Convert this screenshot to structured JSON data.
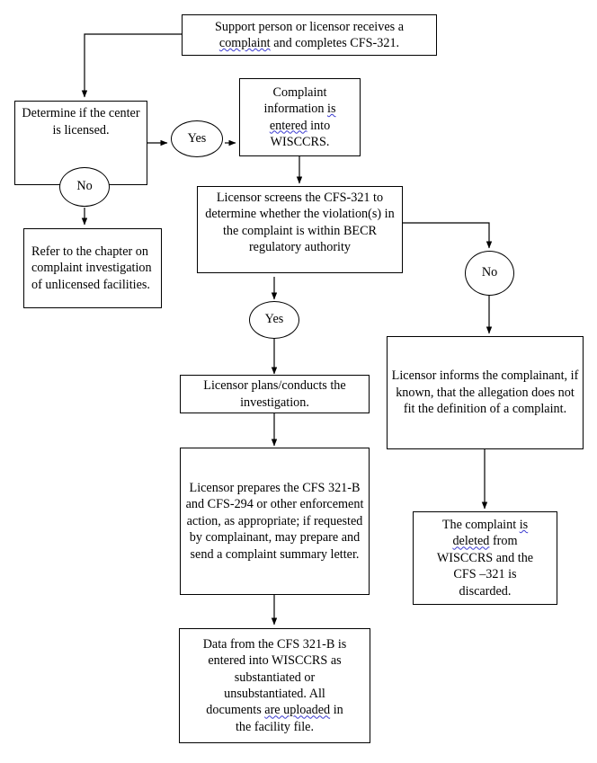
{
  "diagram": {
    "title": "Complaint intake and investigation flowchart",
    "stroke_color": "#000000",
    "background_color": "#ffffff",
    "spellcheck_underline_color": "#3a3ad0"
  },
  "nodes": {
    "intake": {
      "shape": "box",
      "text": "Support person or licensor receives a complaint and completes CFS-321.",
      "line1": "Support person or licensor receives a",
      "line2_pre": "",
      "line2_misspelled": "complaint",
      "line2_post": " and completes CFS-321."
    },
    "determine_licensed": {
      "shape": "box",
      "text": "Determine if the center is licensed."
    },
    "decision_yes_licensed": {
      "shape": "ellipse",
      "text": "Yes"
    },
    "decision_no_licensed": {
      "shape": "ellipse",
      "text": "No"
    },
    "wisccrs_entry": {
      "shape": "box",
      "line1": "Complaint",
      "line2_pre": "information ",
      "line2_misspelled": "is",
      "line3_misspelled": "entered",
      "line3_post": " into",
      "line4": "WISCCRS.",
      "text": "Complaint information is entered into WISCCRS."
    },
    "refer_unlicensed": {
      "shape": "box",
      "align": "left",
      "text": "Refer to the chapter on complaint investigation of unlicensed facilities."
    },
    "screen_becr": {
      "shape": "box",
      "text": "Licensor screens the CFS-321 to determine whether the violation(s) in the complaint is within BECR regulatory authority"
    },
    "decision_yes_becr": {
      "shape": "ellipse",
      "text": "Yes"
    },
    "decision_no_becr": {
      "shape": "ellipse",
      "text": "No"
    },
    "plan_investigation": {
      "shape": "box",
      "text": "Licensor plans/conducts the investigation."
    },
    "prepare_forms": {
      "shape": "box",
      "text": "Licensor prepares the CFS 321-B and CFS-294 or other enforcement action, as appropriate; if requested by complainant, may prepare and send a complaint summary letter."
    },
    "enter_data": {
      "shape": "box",
      "line1": "Data from the CFS 321-B is",
      "line2": "entered into WISCCRS as",
      "line3": "substantiated or",
      "line4": "unsubstantiated. All",
      "line5_pre": "documents ",
      "line5_misspelled": "are uploaded",
      "line5_post": " in",
      "line6": "the facility file.",
      "text": "Data from the CFS 321-B is entered into WISCCRS as substantiated or unsubstantiated. All documents are uploaded in the facility file."
    },
    "inform_complainant": {
      "shape": "box",
      "text": "Licensor informs the complainant, if known, that the allegation does not fit the definition of a complaint."
    },
    "delete_complaint": {
      "shape": "box",
      "line1_pre": "The complaint ",
      "line1_misspelled": "is",
      "line2_misspelled": "deleted",
      "line2_post": " from",
      "line3": "WISCCRS and the",
      "line4": "CFS –321 is",
      "line5": "discarded.",
      "text": "The complaint is deleted from WISCCRS and the CFS –321 is discarded."
    }
  }
}
